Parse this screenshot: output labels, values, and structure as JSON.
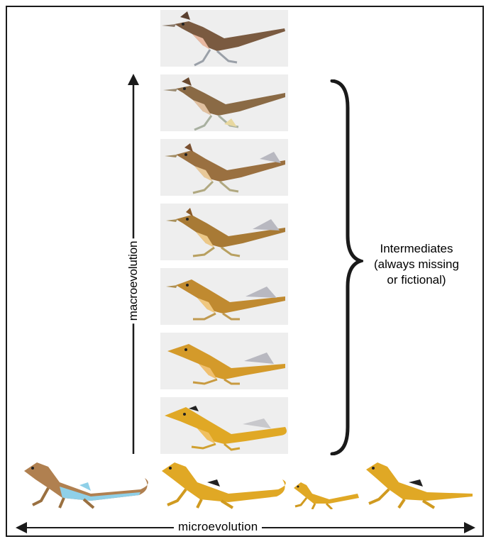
{
  "diagram": {
    "vertical_axis_label": "macroevolution",
    "horizontal_axis_label": "microevolution",
    "bracket_label_lines": [
      "Intermediates",
      "(always missing",
      "or fictional)"
    ],
    "colors": {
      "lizard_yellow": "#e0a825",
      "lizard_brown": "#b08050",
      "lizard_blue_stripe": "#8fd0e8",
      "roadrunner_brown": "#7a5a40",
      "panel_background": "#eeeeee",
      "line": "#1a1a1a"
    },
    "panels": [
      {
        "stage": "roadrunner"
      },
      {
        "stage": "intermediate-6"
      },
      {
        "stage": "intermediate-5"
      },
      {
        "stage": "intermediate-4"
      },
      {
        "stage": "intermediate-3"
      },
      {
        "stage": "intermediate-2"
      },
      {
        "stage": "intermediate-1"
      }
    ],
    "bottom_lizards": [
      {
        "variant": "brown-with-blue-stripe"
      },
      {
        "variant": "yellow"
      },
      {
        "variant": "small-yellow"
      },
      {
        "variant": "yellow"
      }
    ]
  }
}
